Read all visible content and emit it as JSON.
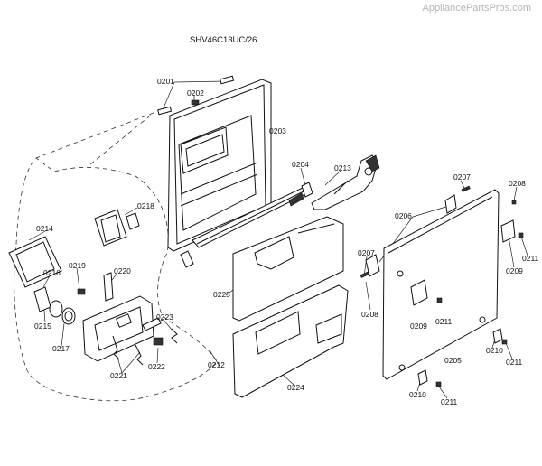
{
  "watermark": "AppliancePartsPros.com",
  "model": "SHV46C13UC/26",
  "labels": {
    "p0201": "0201",
    "p0202": "0202",
    "p0203": "0203",
    "p0204": "0204",
    "p0205": "0205",
    "p0206": "0206",
    "p0207a": "0207",
    "p0207b": "0207",
    "p0208a": "0208",
    "p0208b": "0208",
    "p0209a": "0209",
    "p0209b": "0209",
    "p0210a": "0210",
    "p0210b": "0210",
    "p0211a": "0211",
    "p0211b": "0211",
    "p0211c": "0211",
    "p0211d": "0211",
    "p0212": "0212",
    "p0213": "0213",
    "p0214": "0214",
    "p0215": "0215",
    "p0216": "0216",
    "p0217": "0217",
    "p0218": "0218",
    "p0219": "0219",
    "p0220": "0220",
    "p0221": "0221",
    "p0222": "0222",
    "p0223": "0223",
    "p0224": "0224",
    "p0225": "0225"
  },
  "colors": {
    "line": "#111111",
    "watermark": "#b5b5b5",
    "background": "#ffffff"
  }
}
